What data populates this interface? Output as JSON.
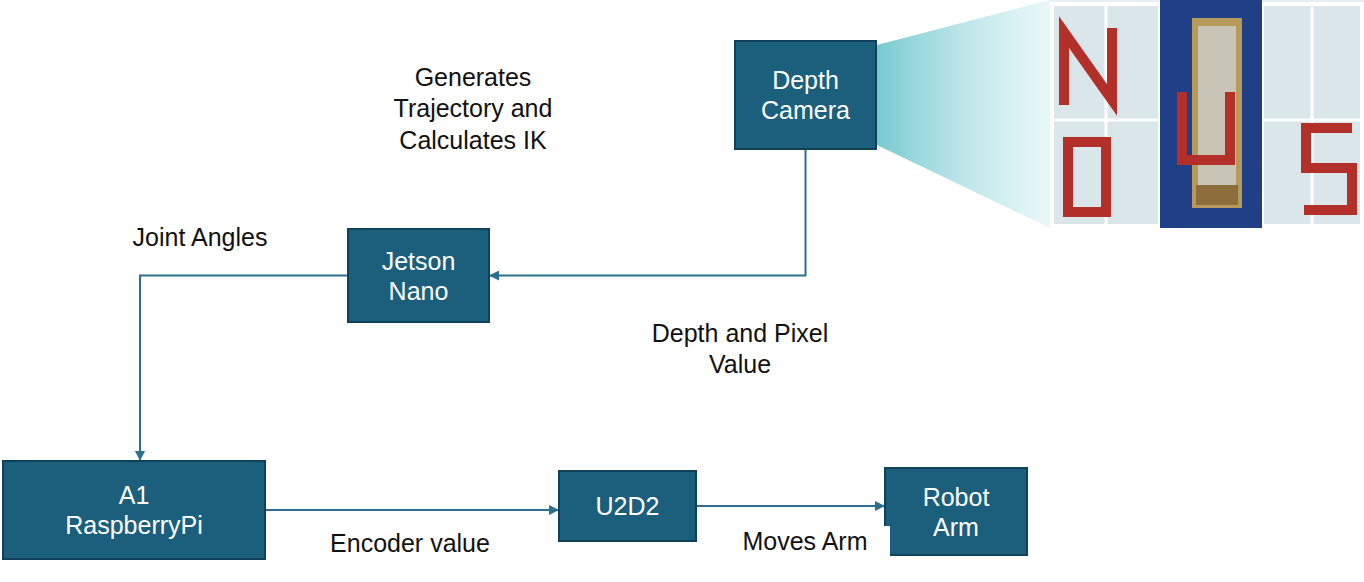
{
  "diagram": {
    "nodes": [
      {
        "text": [
          "Depth Camera"
        ]
      },
      {
        "text": [
          "Jetson Nano"
        ]
      },
      {
        "text": [
          "A1 RaspberryPi"
        ]
      },
      {
        "text": [
          "U2D2"
        ]
      },
      {
        "text": [
          "Robot Arm"
        ]
      }
    ],
    "edges": [
      {
        "from": 0,
        "to": 1,
        "arrow": "to",
        "label": "Depth and Pixel Value"
      },
      {
        "from": 1,
        "to": 2,
        "arrow": "to",
        "label": "Joint Angles"
      },
      {
        "from": 2,
        "to": 3,
        "arrow": "to",
        "label": "Encoder value"
      },
      {
        "from": 3,
        "to": 4,
        "arrow": "to",
        "label": "Moves Arm"
      }
    ],
    "labels": [
      "Generates Trajectory and Calculates IK"
    ]
  }
}
